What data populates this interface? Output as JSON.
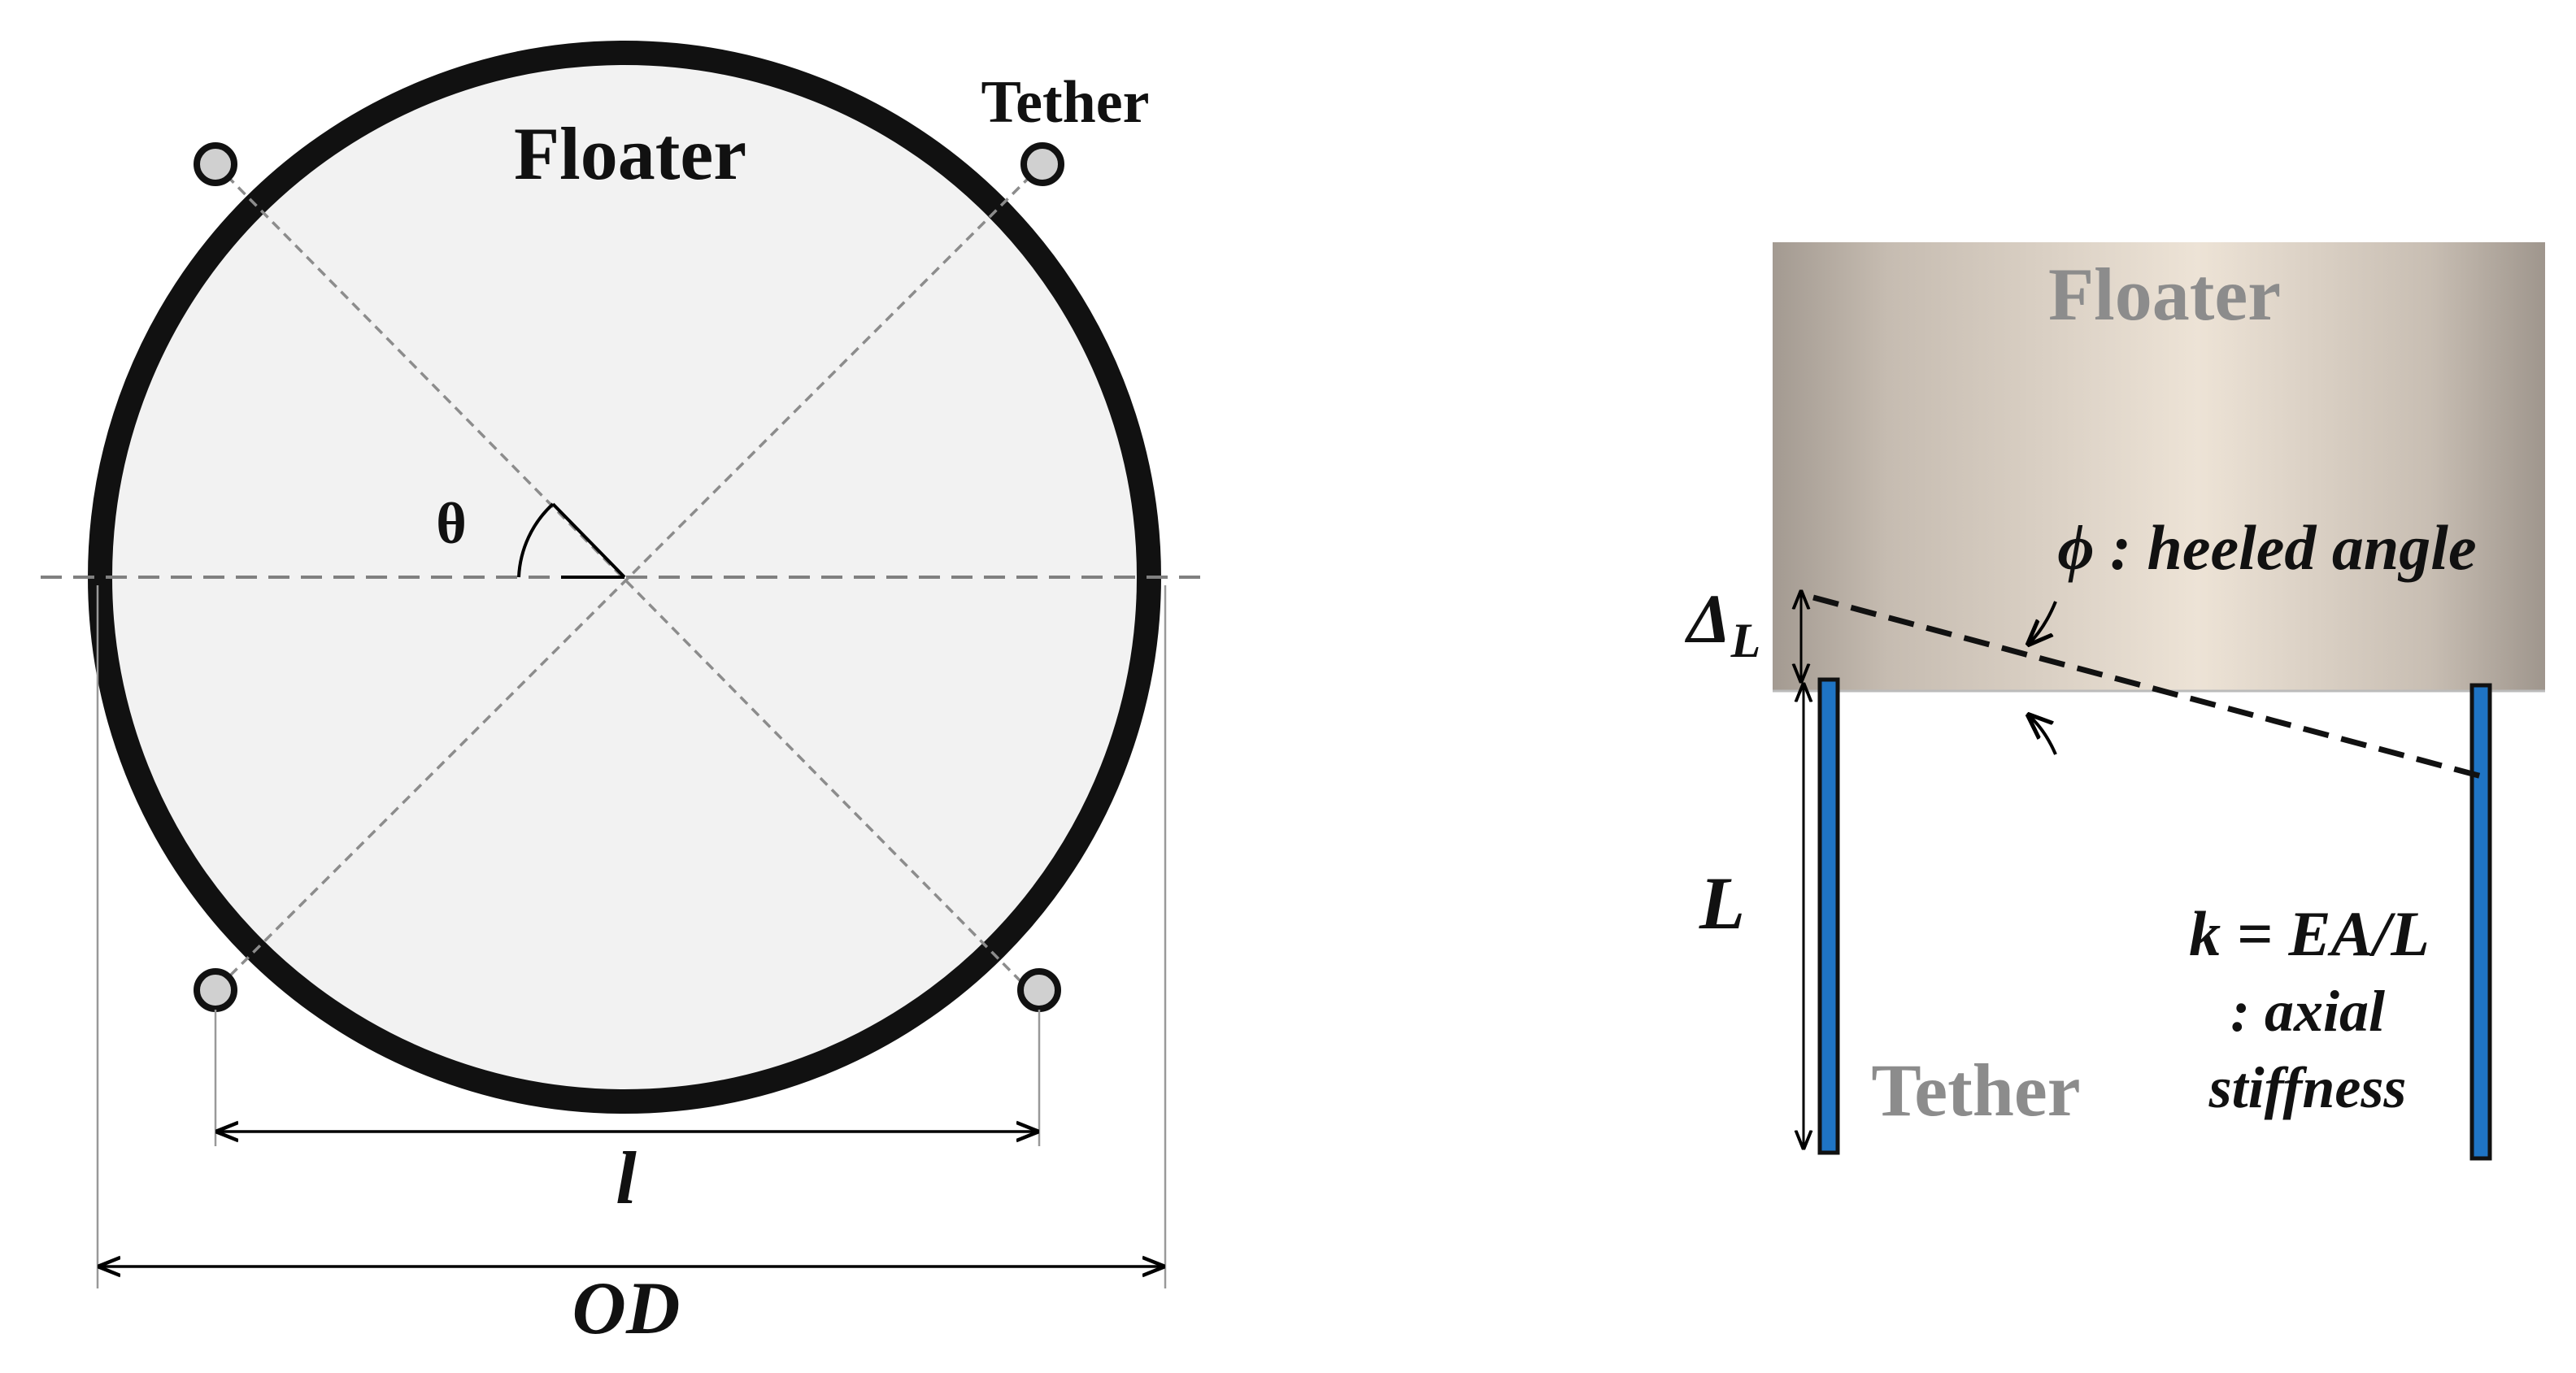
{
  "plan_view": {
    "floater_label": "Floater",
    "tether_label": "Tether",
    "angle_label": "θ",
    "spacing_label": "l",
    "diameter_label": "OD"
  },
  "side_view": {
    "floater_label": "Floater",
    "heel_label": "ϕ : heeled angle",
    "delta_label_main": "Δ",
    "delta_label_sub": "L",
    "length_label": "L",
    "stiffness_line1": "k = EA/L",
    "stiffness_line2": ": axial",
    "stiffness_line3": "stiffness",
    "tether_label": "Tether"
  },
  "colors": {
    "floater_fill": "#f2f2f2",
    "rim": "#111111",
    "tether_blue": "#1f74c4",
    "side_label_gray": "#8c8c8c",
    "cylinder_mid": "#ece1d4",
    "cylinder_edge": "#a59b91"
  }
}
